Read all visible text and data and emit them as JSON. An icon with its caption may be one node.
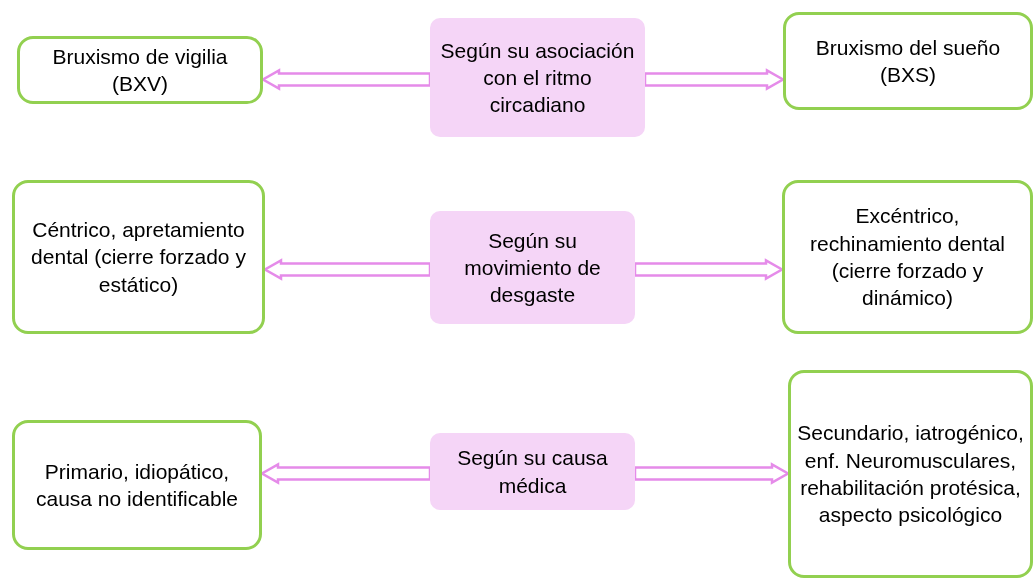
{
  "diagram": {
    "nodes": [
      {
        "text": [
          "Según su asociación con el ritmo circadiano"
        ]
      },
      {
        "text": [
          "Bruxismo de vigilia (BXV)"
        ]
      },
      {
        "text": [
          "Bruxismo del sueño (BXS)"
        ]
      },
      {
        "text": [
          "Según su movimiento de desgaste"
        ]
      },
      {
        "text": [
          "Céntrico, apretamiento dental (cierre forzado y estático)"
        ]
      },
      {
        "text": [
          "Excéntrico, rechinamiento dental (cierre forzado y dinámico)"
        ]
      },
      {
        "text": [
          "Según su causa médica"
        ]
      },
      {
        "text": [
          "Primario, idiopático, causa no identificable"
        ]
      },
      {
        "text": [
          "Secundario, iatrogénico, enf. Neuromusculares, rehabilitación protésica, aspecto psicológico"
        ]
      }
    ],
    "edges": [
      {
        "from": 0,
        "to": 1,
        "arrow": "to"
      },
      {
        "from": 0,
        "to": 2,
        "arrow": "to"
      },
      {
        "from": 3,
        "to": 4,
        "arrow": "to"
      },
      {
        "from": 3,
        "to": 5,
        "arrow": "to"
      },
      {
        "from": 6,
        "to": 7,
        "arrow": "to"
      },
      {
        "from": 6,
        "to": 8,
        "arrow": "to"
      }
    ]
  }
}
